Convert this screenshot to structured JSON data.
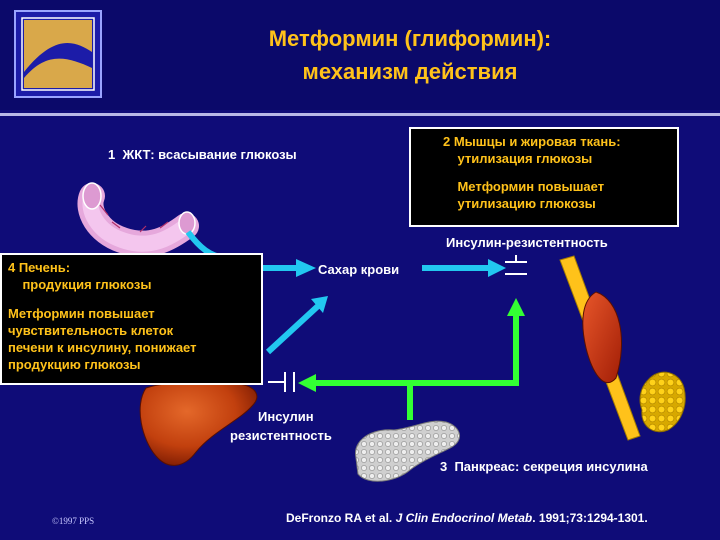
{
  "title": {
    "line1": "Метформин (глиформин):",
    "line2": "механизм действия"
  },
  "labels": {
    "gut": "1  ЖКТ: всасывание глюкозы",
    "blood_sugar": "Сахар крови",
    "insulin_resistance_top": "Инсулин-резистентность",
    "insulin_resistance_bottom_1": "Инсулин",
    "insulin_resistance_bottom_2": "резистентность",
    "pancreas": "3  Панкреас: секреция инсулина"
  },
  "box_muscle": {
    "line1": "2  Мышцы и жировая ткань:",
    "line2": "    утилизация глюкозы",
    "line3": "    Метформин повышает",
    "line4": "    утилизацию глюкозы"
  },
  "box_liver": {
    "line1": "4  Печень:",
    "line2": "    продукция глюкозы",
    "line3": "Метформин повышает",
    "line4": "чувствительность клеток",
    "line5": "печени к инсулину, понижает",
    "line6": "продукцию  глюкозы"
  },
  "citation": {
    "authors": "DeFronzo RA et al. ",
    "journal": "J Clin Endocrinol Metab",
    "rest": ". 1991;73:1294-1301."
  },
  "copyright": "©1997 PPS",
  "colors": {
    "background": "#0f0c78",
    "title": "#ffc21a",
    "arrow_cyan": "#22c8f0",
    "arrow_green": "#33ff33"
  }
}
